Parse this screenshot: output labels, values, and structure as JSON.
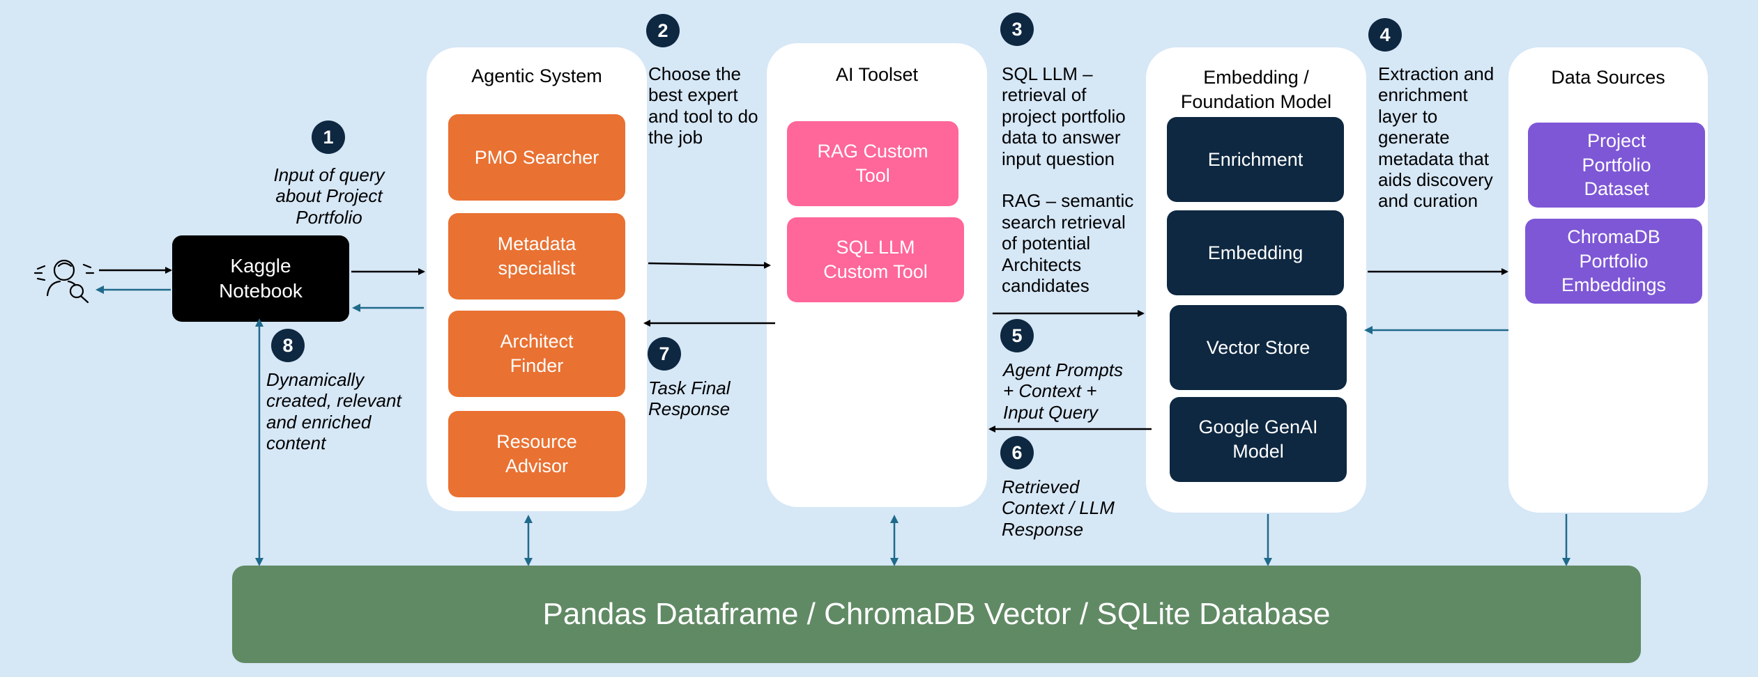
{
  "panels": {
    "agentic": {
      "title": "Agentic System",
      "items": [
        "PMO Searcher",
        "Metadata\nspecialist",
        "Architect\nFinder",
        "Resource\nAdvisor"
      ]
    },
    "toolset": {
      "title": "AI Toolset",
      "items": [
        "RAG Custom\nTool",
        "SQL LLM\nCustom Tool"
      ]
    },
    "embedding": {
      "title": "Embedding /\nFoundation Model",
      "items": [
        "Enrichment",
        "Embedding",
        "Vector Store",
        "Google GenAI\nModel"
      ]
    },
    "sources": {
      "title": "Data Sources",
      "items": [
        "Project\nPortfolio\nDataset",
        "ChromaDB\nPortfolio\nEmbeddings"
      ]
    }
  },
  "notebook": "Kaggle\nNotebook",
  "database": "Pandas Dataframe / ChromaDB Vector / SQLite Database",
  "steps": [
    {
      "num": "1",
      "text": "Input of query\nabout Project\nPortfolio"
    },
    {
      "num": "2",
      "text": "Choose the\nbest expert\nand tool to do\nthe job"
    },
    {
      "num": "3",
      "text": "SQL LLM –\nretrieval of\nproject portfolio\ndata to answer\ninput question\n\nRAG – semantic\nsearch retrieval\nof potential\nArchitects\ncandidates"
    },
    {
      "num": "4",
      "text": "Extraction and\nenrichment\nlayer to\ngenerate\nmetadata that\naids discovery\nand curation"
    },
    {
      "num": "5",
      "text": "Agent Prompts\n+ Context +\nInput Query"
    },
    {
      "num": "6",
      "text": "Retrieved\nContext /  LLM\nResponse"
    },
    {
      "num": "7",
      "text": "Task Final\nResponse"
    },
    {
      "num": "8",
      "text": "Dynamically\ncreated, relevant\nand enriched\ncontent"
    }
  ],
  "icons": {
    "user": "user-search-icon"
  },
  "colors": {
    "background": "#d6e7f6",
    "agent_box": "#e97132",
    "tool_box": "#ff6699",
    "model_box": "#0e2841",
    "source_box": "#7e57d6",
    "database": "#608a64",
    "arrow_back": "#1f6a8a"
  }
}
